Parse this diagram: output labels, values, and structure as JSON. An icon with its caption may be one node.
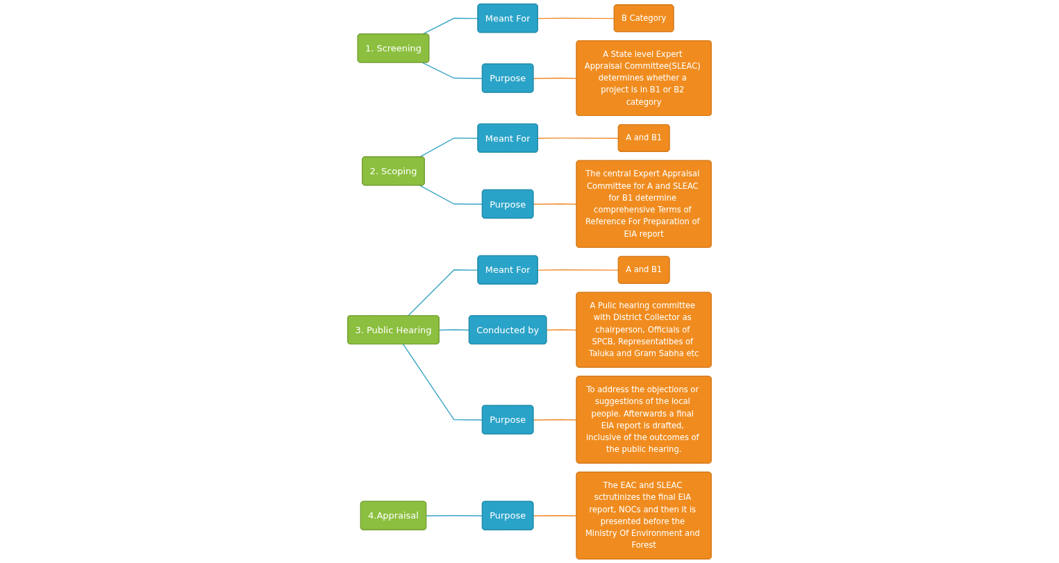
{
  "diagram": {
    "nodes": [
      {
        "text": [
          "1. Screening"
        ]
      },
      {
        "text": [
          "Meant For"
        ]
      },
      {
        "text": [
          "B Category"
        ]
      },
      {
        "text": [
          "Purpose"
        ]
      },
      {
        "text": [
          "A State level Expert Appraisal Committee(SLEAC) determines whether a project is in B1 or B2 category"
        ]
      },
      {
        "text": [
          "2. Scoping"
        ]
      },
      {
        "text": [
          "Meant For"
        ]
      },
      {
        "text": [
          "A and B1"
        ]
      },
      {
        "text": [
          "Purpose"
        ]
      },
      {
        "text": [
          "The central Expert Appraisal Committee for A and SLEAC for B1 determine comprehensive Terms of Reference For Preparation of EIA report"
        ]
      },
      {
        "text": [
          "3. Public Hearing"
        ]
      },
      {
        "text": [
          "Meant For"
        ]
      },
      {
        "text": [
          "A and B1"
        ]
      },
      {
        "text": [
          "Conducted by"
        ]
      },
      {
        "text": [
          "A Pulic hearing committee with District Collector as chairperson, Officials of SPCB, Representatibes of Taluka and Gram Sabha etc"
        ]
      },
      {
        "text": [
          "Purpose"
        ]
      },
      {
        "text": [
          "To address the objections or suggestions of the local people. Afterwards a final EIA report is drafted, inclusive of the outcomes of the public hearing."
        ]
      },
      {
        "text": [
          "4.Appraisal"
        ]
      },
      {
        "text": [
          "Purpose"
        ]
      },
      {
        "text": [
          "The EAC and SLEAC sctrutinizes the final EIA report, NOCs and then it is presented before the Ministry Of Environment and Forest"
        ]
      }
    ],
    "edges": [
      {
        "from": 0,
        "to": 1,
        "arrow": "none",
        "color": "#3aa6c4"
      },
      {
        "from": 1,
        "to": 2,
        "arrow": "none",
        "color": "#f08c2a"
      },
      {
        "from": 0,
        "to": 3,
        "arrow": "none",
        "color": "#3aa6c4"
      },
      {
        "from": 3,
        "to": 4,
        "arrow": "none",
        "color": "#f08c2a"
      },
      {
        "from": 5,
        "to": 6,
        "arrow": "none",
        "color": "#3aa6c4"
      },
      {
        "from": 6,
        "to": 7,
        "arrow": "none",
        "color": "#f08c2a"
      },
      {
        "from": 5,
        "to": 8,
        "arrow": "none",
        "color": "#3aa6c4"
      },
      {
        "from": 8,
        "to": 9,
        "arrow": "none",
        "color": "#f08c2a"
      },
      {
        "from": 10,
        "to": 11,
        "arrow": "none",
        "color": "#3aa6c4"
      },
      {
        "from": 11,
        "to": 12,
        "arrow": "none",
        "color": "#f08c2a"
      },
      {
        "from": 10,
        "to": 13,
        "arrow": "none",
        "color": "#3aa6c4"
      },
      {
        "from": 13,
        "to": 14,
        "arrow": "none",
        "color": "#f08c2a"
      },
      {
        "from": 10,
        "to": 15,
        "arrow": "none",
        "color": "#3aa6c4"
      },
      {
        "from": 15,
        "to": 16,
        "arrow": "none",
        "color": "#f08c2a"
      },
      {
        "from": 17,
        "to": 18,
        "arrow": "none",
        "color": "#3aa6c4"
      },
      {
        "from": 18,
        "to": 19,
        "arrow": "none",
        "color": "#f08c2a"
      }
    ]
  }
}
